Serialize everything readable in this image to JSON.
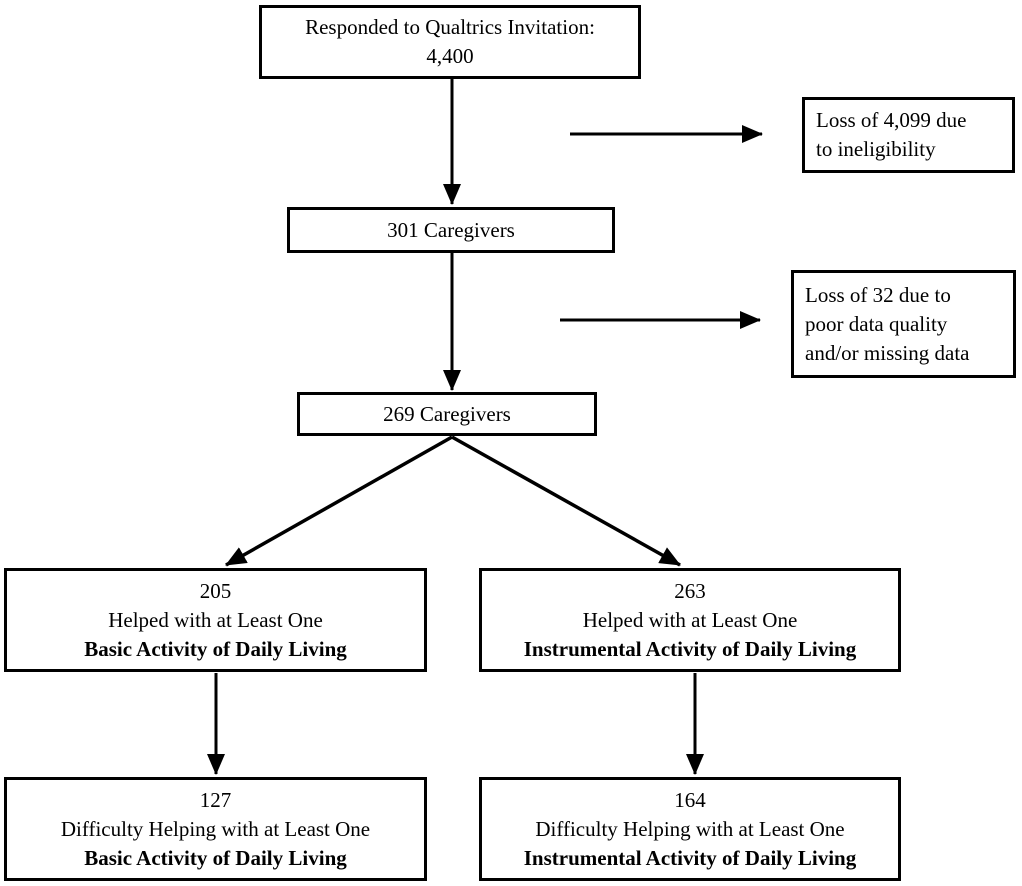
{
  "nodes": {
    "responded": {
      "lines": [
        "Responded to Qualtrics Invitation:",
        "4,400"
      ]
    },
    "loss_ineligibility": {
      "lines": [
        "Loss of 4,099 due",
        "to ineligibility"
      ]
    },
    "caregivers_301": {
      "lines": [
        "301 Caregivers"
      ]
    },
    "loss_data_quality": {
      "lines": [
        "Loss of 32 due to",
        "poor data quality",
        "and/or missing data"
      ]
    },
    "caregivers_269": {
      "lines": [
        "269 Caregivers"
      ]
    },
    "badl_helped": {
      "lines": [
        "205",
        "Helped with at Least One",
        "Basic Activity of Daily Living"
      ]
    },
    "iadl_helped": {
      "lines": [
        "263",
        "Helped with at Least One",
        "Instrumental Activity of Daily Living"
      ]
    },
    "badl_difficulty": {
      "lines": [
        "127",
        "Difficulty Helping with at Least One",
        "Basic Activity of Daily Living"
      ]
    },
    "iadl_difficulty": {
      "lines": [
        "164",
        "Difficulty Helping with at Least One",
        "Instrumental Activity of Daily Living"
      ]
    }
  },
  "colors": {
    "line": "#000000",
    "background": "#ffffff"
  }
}
